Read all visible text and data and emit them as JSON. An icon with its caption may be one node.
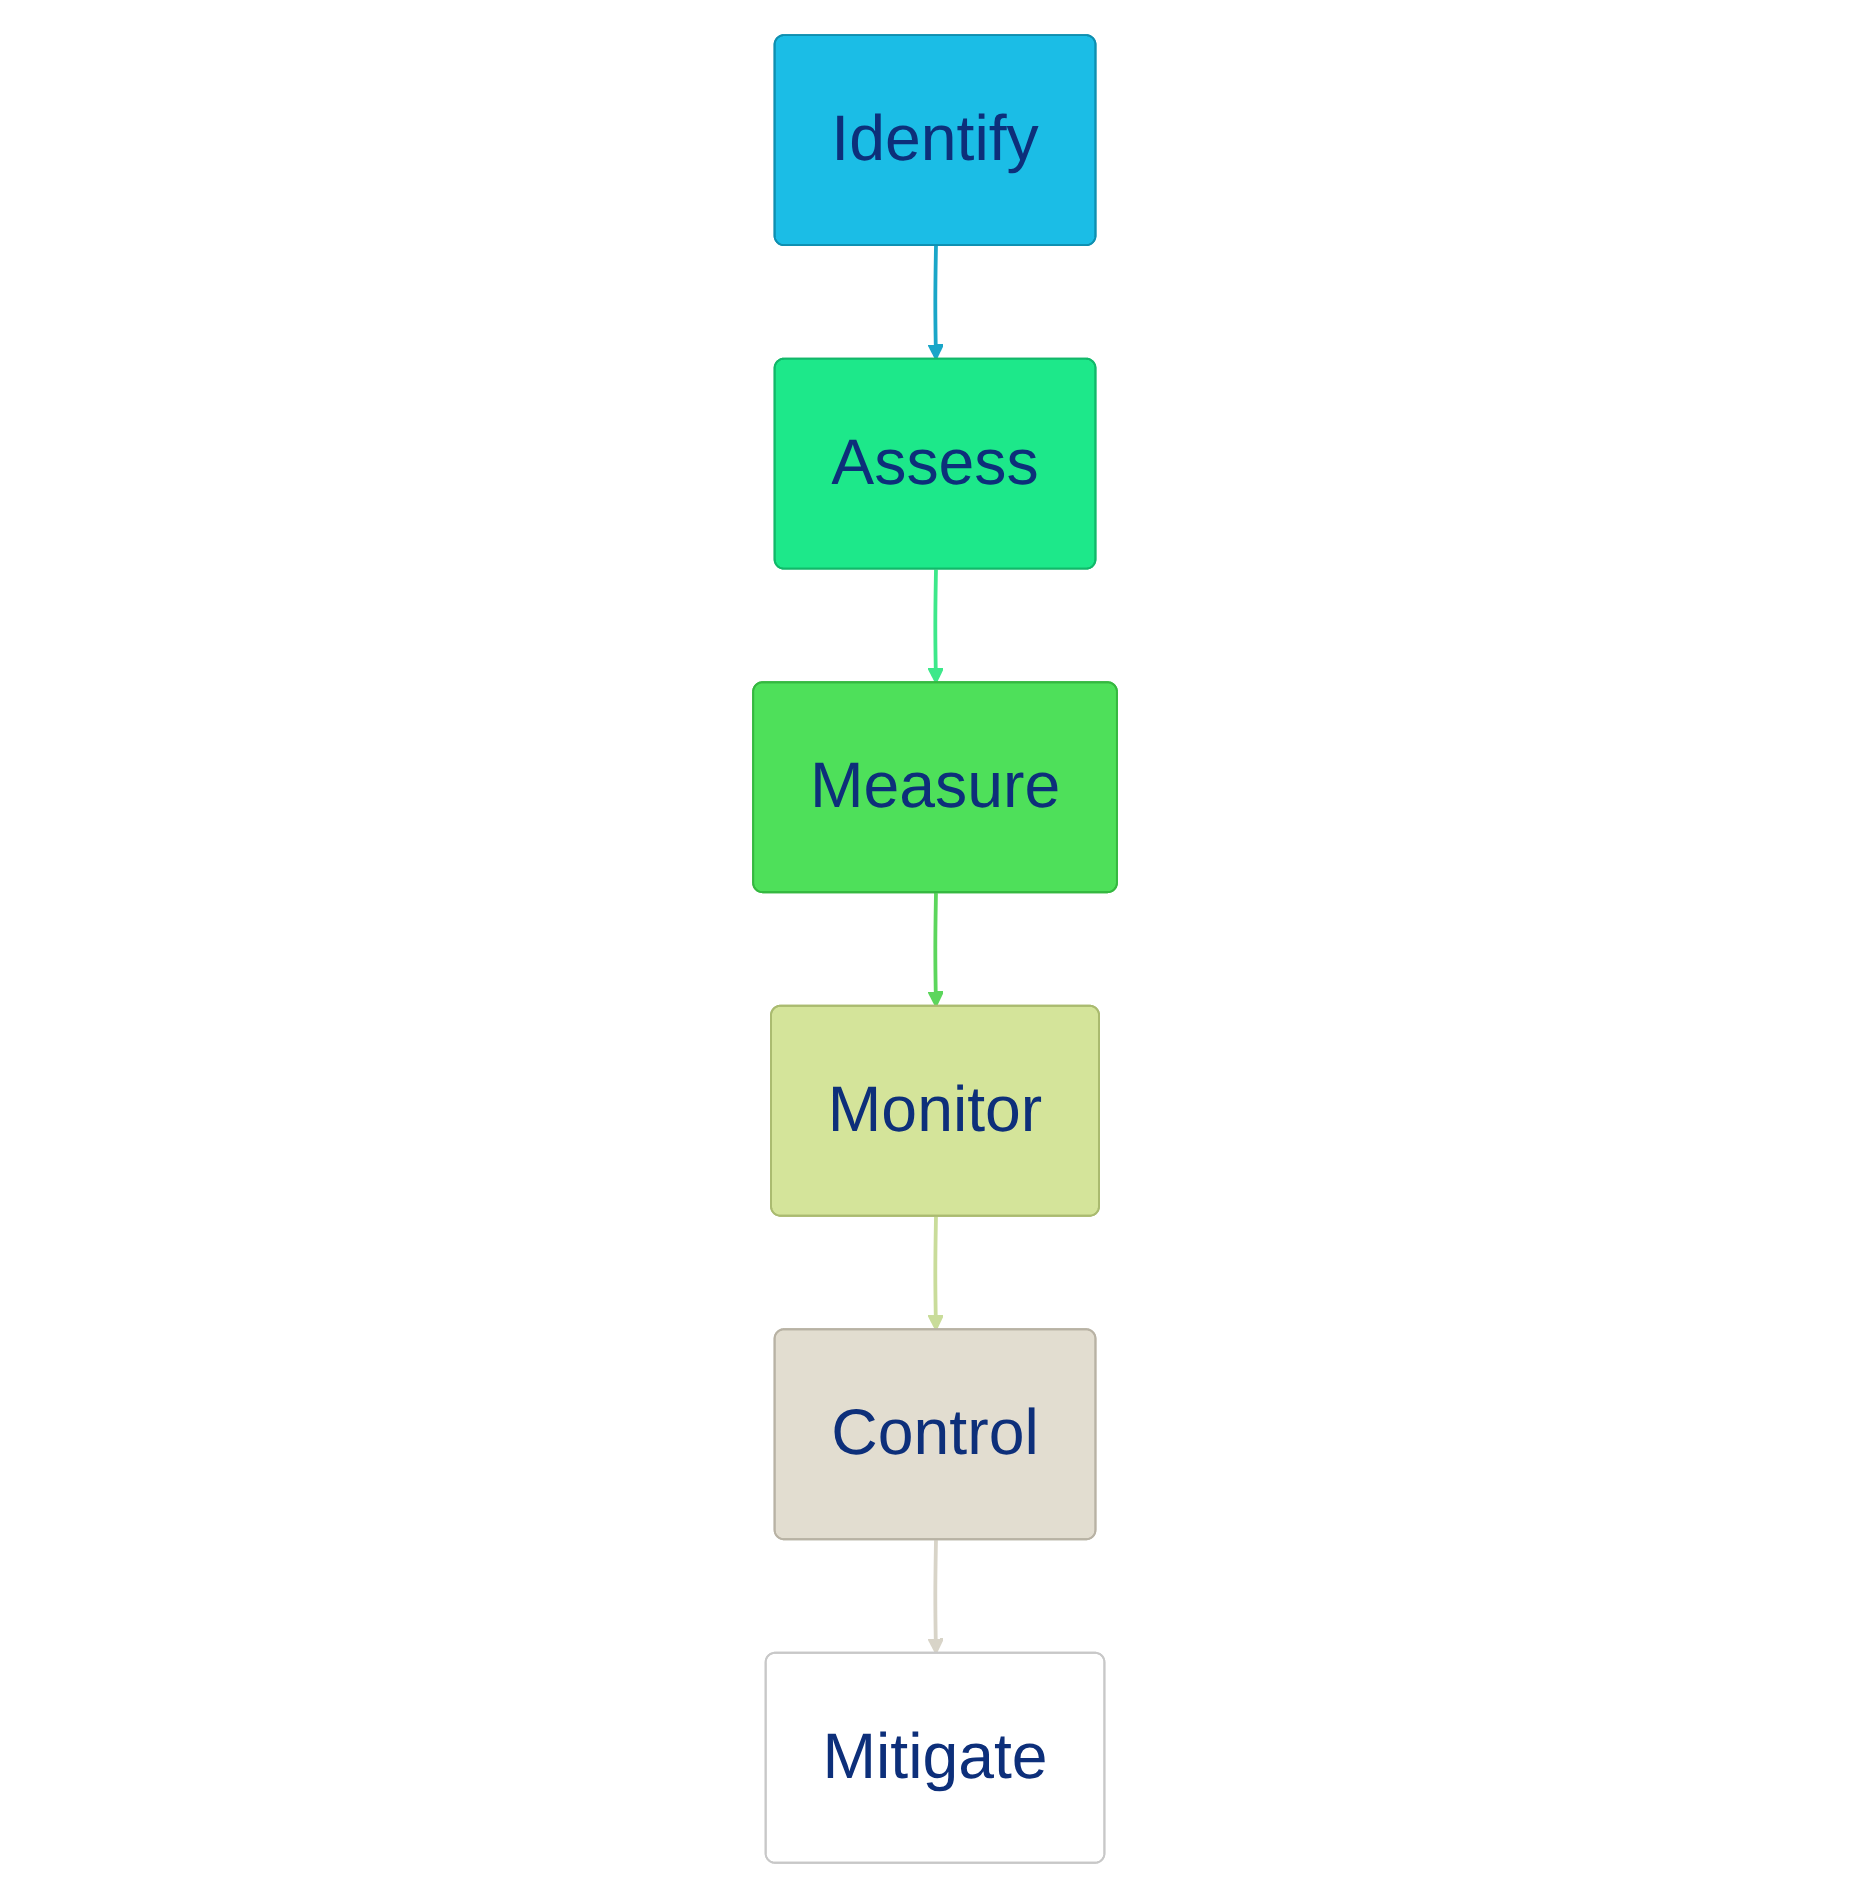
{
  "diagram": {
    "nodes": [
      {
        "text": [
          "Identify"
        ]
      },
      {
        "text": [
          "Assess"
        ]
      },
      {
        "text": [
          "Measure"
        ]
      },
      {
        "text": [
          "Monitor"
        ]
      },
      {
        "text": [
          "Control"
        ]
      },
      {
        "text": [
          "Mitigate"
        ]
      }
    ],
    "edges": [
      {
        "from": 0,
        "to": 1,
        "arrow": "to",
        "color": "#1aa6c8"
      },
      {
        "from": 1,
        "to": 2,
        "arrow": "to",
        "color": "#3de88a"
      },
      {
        "from": 2,
        "to": 3,
        "arrow": "to",
        "color": "#5cd65c"
      },
      {
        "from": 3,
        "to": 4,
        "arrow": "to",
        "color": "#c9dc9a"
      },
      {
        "from": 4,
        "to": 5,
        "arrow": "to",
        "color": "#d8d4c8"
      }
    ]
  }
}
